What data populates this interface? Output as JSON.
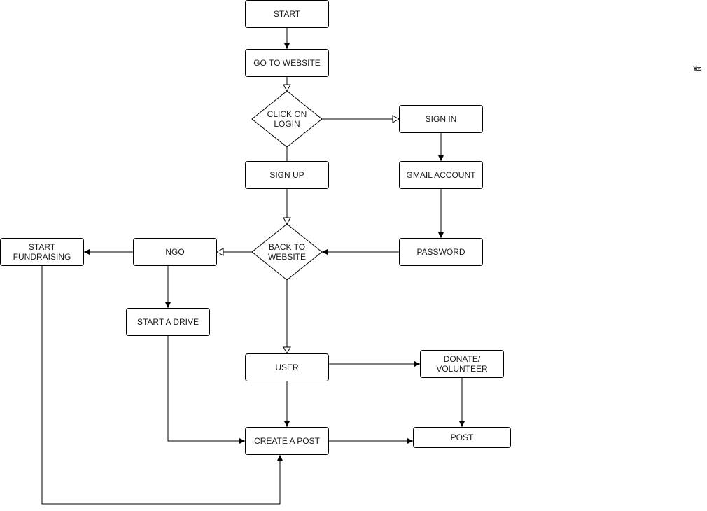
{
  "nodes": {
    "start": "START",
    "website": "GO TO WEBSITE",
    "login": "CLICK ON\nLOGIN",
    "signin": "SIGN IN",
    "gmail": "GMAIL ACCOUNT",
    "signup": "SIGN UP",
    "password": "PASSWORD",
    "back": "BACK TO\nWEBSITE",
    "ngo": "NGO",
    "fund": "START\nFUNDRAISING",
    "drive": "START A DRIVE",
    "user": "USER",
    "donate": "DONATE/\nVOLUNTEER",
    "create": "CREATE A POST",
    "post": "POST"
  },
  "stray_label": "Yes"
}
